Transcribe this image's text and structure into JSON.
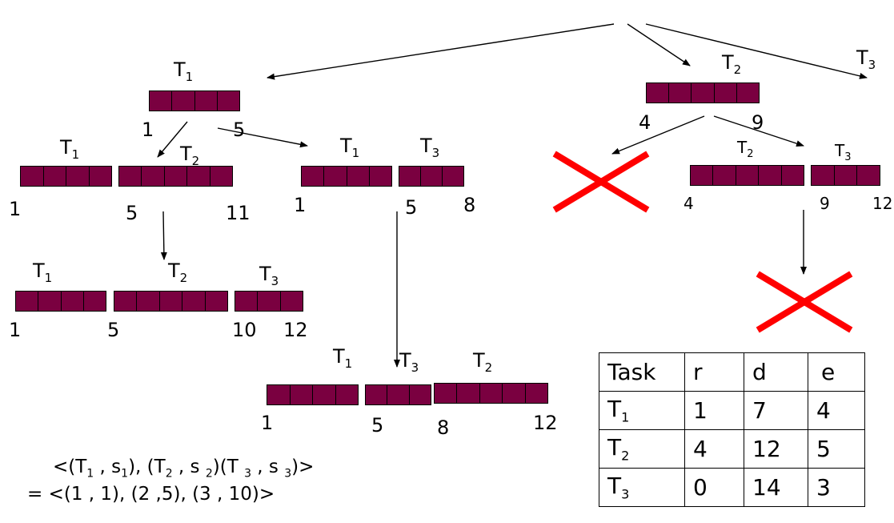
{
  "top_labels": {
    "root_t1": "T1",
    "root_t2": "T2",
    "root_t3": "T3"
  },
  "branch_t1": {
    "label": "T1",
    "start": "1",
    "end": "5"
  },
  "node_t1_t2": {
    "t1_label": "T1",
    "t2_label": "T2",
    "start": "1",
    "mid": "5",
    "end": "11"
  },
  "node_t1_t3": {
    "t1_label": "T1",
    "t3_label": "T3",
    "start": "1",
    "mid": "5",
    "end": "8"
  },
  "node_t1_t2_t3": {
    "t1_label": "T1",
    "t2_label": "T2",
    "t3_label": "T3",
    "start": "1",
    "mid": "5",
    "t3_start": "10",
    "end": "12"
  },
  "node_t1_t3_t2": {
    "t1_label": "T1",
    "t3_label": "T3",
    "t2_label": "T2",
    "start": "1",
    "mid": "5",
    "t2_start": "8",
    "end": "12"
  },
  "branch_t2": {
    "label": "T2",
    "start": "4",
    "end": "9"
  },
  "node_t2_t3": {
    "t2_label": "T2",
    "t3_label": "T3",
    "start": "4",
    "mid": "9",
    "end": "12"
  },
  "table": {
    "headers": [
      "Task",
      "r",
      "d",
      "e"
    ],
    "rows": [
      {
        "task": "T",
        "sub": "1",
        "r": "1",
        "d": "7",
        "e": "4"
      },
      {
        "task": "T",
        "sub": "2",
        "r": "4",
        "d": "12",
        "e": "5"
      },
      {
        "task": "T",
        "sub": "3",
        "r": "0",
        "d": "14",
        "e": "3"
      }
    ]
  },
  "formula": {
    "line1": [
      "<(T",
      "1",
      " , s",
      "1",
      "), (T",
      "2",
      " , s ",
      "2",
      ")(T ",
      "3",
      " , s ",
      "3",
      ")>"
    ],
    "line2": "= <(1 , 1), (2 ,5), (3 , 10)>"
  },
  "colors": {
    "block_fill": "#7a0040",
    "cross": "#ff0000"
  }
}
